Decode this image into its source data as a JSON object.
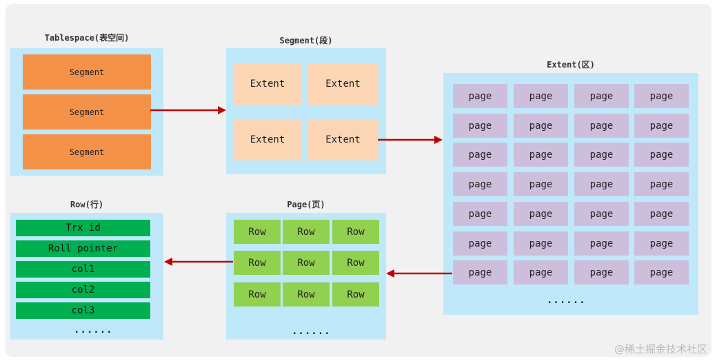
{
  "tablespace": {
    "title": "Tablespace(表空间)",
    "segments": [
      "Segment",
      "Segment",
      "Segment"
    ]
  },
  "segment": {
    "title": "Segment(段)",
    "extents": [
      "Extent",
      "Extent",
      "Extent",
      "Extent"
    ]
  },
  "extent": {
    "title": "Extent(区)",
    "page_label": "page",
    "rows": 7,
    "cols": 4,
    "more": "......"
  },
  "page": {
    "title": "Page(页)",
    "row_label": "Row",
    "rows": 3,
    "cols": 3,
    "more": "......"
  },
  "row": {
    "title": "Row(行)",
    "fields": [
      "Trx id",
      "Roll pointer",
      "col1",
      "col2",
      "col3"
    ],
    "more": "......"
  },
  "watermark": "@稀土掘金技术社区",
  "colors": {
    "panel": "#bfe9fb",
    "segment": "#f5924a",
    "extent": "#fcd5b5",
    "page": "#cdbfdb",
    "row": "#92d050",
    "field": "#00b050",
    "arrow": "#c00000"
  }
}
